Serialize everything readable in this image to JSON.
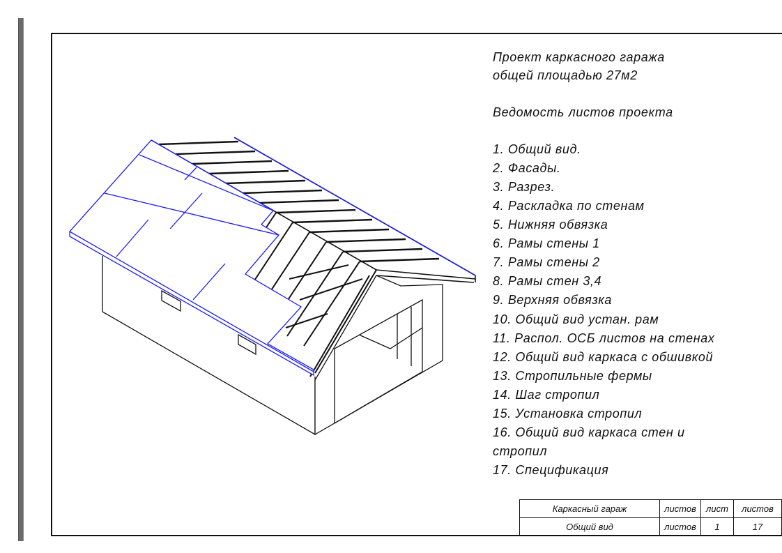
{
  "title_lines": [
    "Проект каркасного гаража",
    "общей площадью 27м2"
  ],
  "sheet_list_heading": "Ведомость листов проекта",
  "sheet_list": [
    "1. Общий вид.",
    "2. Фасады.",
    "3. Разрез.",
    "4. Раскладка по стенам",
    "5. Нижняя обвязка",
    "6. Рамы стены 1",
    "7. Рамы стены 2",
    "8. Рамы стен 3,4",
    "9. Верхняя обвязка",
    "10. Общий вид устан. рам",
    "11. Распол. ОСБ листов на стенах",
    "12. Общий вид каркаса с обшивкой",
    "13. Стропильные фермы",
    "14. Шаг стропил",
    "15. Установка стропил",
    "16. Общий вид каркаса стен и",
    "стропил",
    "17. Спецификация"
  ],
  "title_block": {
    "project": "Каркасный гараж",
    "sheet_name": "Общий вид",
    "col_sheets_label": "листов",
    "col_sheet_label": "лист",
    "col_total_label": "листов",
    "row2_label": "листов",
    "sheet_number": "1",
    "total_sheets": "17"
  },
  "colors": {
    "sheathing": "#1a1aff",
    "lines": "#111111"
  }
}
